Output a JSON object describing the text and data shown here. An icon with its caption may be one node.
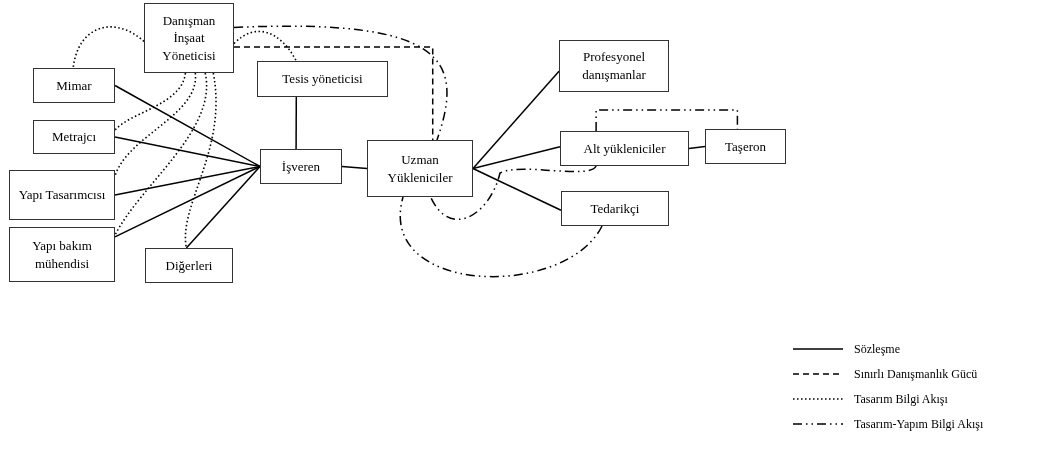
{
  "diagram": {
    "nodes": [
      {
        "text": [
          "Danışman İnşaat Yöneticisi"
        ]
      },
      {
        "text": [
          "Mimar"
        ]
      },
      {
        "text": [
          "Metrajcı"
        ]
      },
      {
        "text": [
          "Yapı Tasarımcısı"
        ]
      },
      {
        "text": [
          "Yapı bakım mühendisi"
        ]
      },
      {
        "text": [
          "Diğerleri"
        ]
      },
      {
        "text": [
          "Tesis yöneticisi"
        ]
      },
      {
        "text": [
          "İşveren"
        ]
      },
      {
        "text": [
          "Uzman Yükleniciler"
        ]
      },
      {
        "text": [
          "Profesyonel danışmanlar"
        ]
      },
      {
        "text": [
          "Alt yükleniciler"
        ]
      },
      {
        "text": [
          "Taşeron"
        ]
      },
      {
        "text": [
          "Tedarikçi"
        ]
      }
    ],
    "edges": [
      {
        "from": 1,
        "to": 7,
        "arrow": "none"
      },
      {
        "from": 2,
        "to": 7,
        "arrow": "none"
      },
      {
        "from": 3,
        "to": 7,
        "arrow": "none"
      },
      {
        "from": 4,
        "to": 7,
        "arrow": "none"
      },
      {
        "from": 5,
        "to": 7,
        "arrow": "none"
      },
      {
        "from": 6,
        "to": 7,
        "arrow": "none"
      },
      {
        "from": 7,
        "to": 8,
        "arrow": "none"
      },
      {
        "from": 8,
        "to": 9,
        "arrow": "none"
      },
      {
        "from": 8,
        "to": 10,
        "arrow": "none"
      },
      {
        "from": 8,
        "to": 12,
        "arrow": "none"
      },
      {
        "from": 10,
        "to": 11,
        "arrow": "none"
      },
      {
        "from": 0,
        "to": 1,
        "arrow": "none",
        "style": "dashed"
      },
      {
        "from": 0,
        "to": 2,
        "arrow": "none",
        "style": "dashed"
      },
      {
        "from": 0,
        "to": 3,
        "arrow": "none",
        "style": "dashed"
      },
      {
        "from": 0,
        "to": 4,
        "arrow": "none",
        "style": "dashed"
      },
      {
        "from": 0,
        "to": 5,
        "arrow": "none",
        "style": "dashed"
      },
      {
        "from": 0,
        "to": 6,
        "arrow": "none",
        "style": "dashed"
      },
      {
        "from": 0,
        "to": 8,
        "arrow": "none",
        "style": "dashed"
      },
      {
        "from": 0,
        "to": 8,
        "arrow": "none",
        "style": "dashed"
      },
      {
        "from": 10,
        "to": 11,
        "arrow": "none",
        "style": "dashed"
      },
      {
        "from": 10,
        "to": 8,
        "arrow": "none",
        "style": "dashed"
      },
      {
        "from": 12,
        "to": 8,
        "arrow": "none",
        "style": "dashed"
      }
    ],
    "legend": [
      {
        "text": "Sözleşme"
      },
      {
        "text": "Sınırlı Danışmanlık Gücü"
      },
      {
        "text": "Tasarım Bilgi Akışı"
      },
      {
        "text": "Tasarım-Yapım Bilgi Akışı"
      }
    ]
  }
}
